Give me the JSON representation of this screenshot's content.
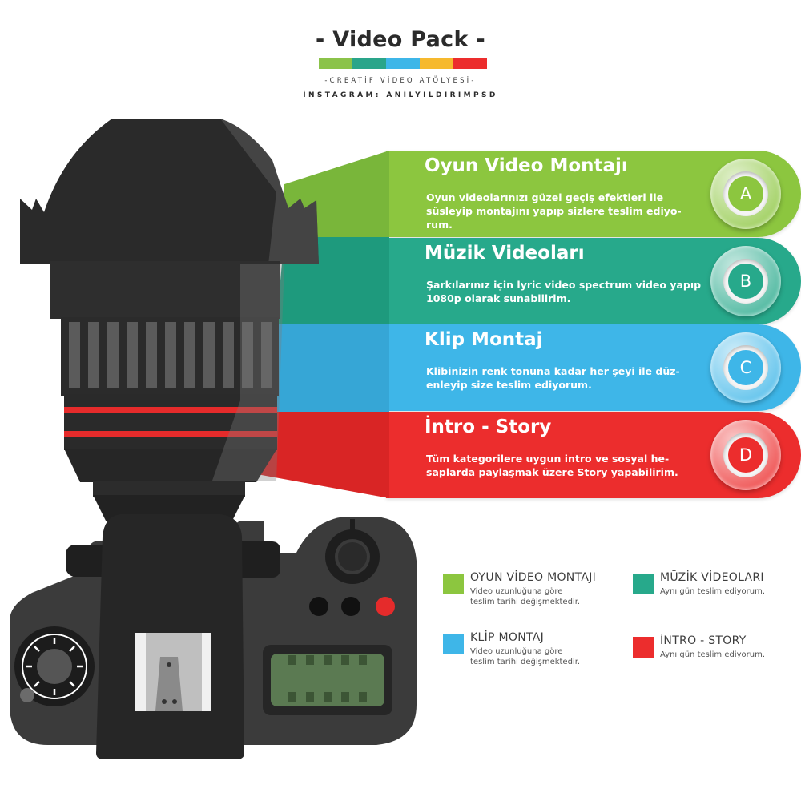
{
  "header": {
    "title": "- Video Pack -",
    "subtitle": "-CREATİF VİDEO ATÖLYESİ-",
    "instagram": "İNSTAGRAM: ANİLYILDIRIMPSD",
    "bar_colors": [
      "#8bc34a",
      "#2aa58a",
      "#3eb6e8",
      "#f6b92e",
      "#ec2d2d"
    ]
  },
  "services": [
    {
      "title": "Oyun Video Montajı",
      "description": "Oyun videolarınızı güzel geçiş efektleri ile süsleyip montajını yapıp sizlere teslim ediyo-rum.",
      "letter": "A",
      "color": "#8cc63f",
      "dot_color": "#8cc63f"
    },
    {
      "title": "Müzik Videoları",
      "description": "Şarkılarınız için lyric video spectrum video yapıp 1080p olarak sunabilirim.",
      "letter": "B",
      "color": "#27a98b",
      "dot_color": "#27a98b"
    },
    {
      "title": "Klip Montaj",
      "description": "Klibinizin renk tonuna kadar her şeyi ile düz-enleyip size teslim ediyorum.",
      "letter": "C",
      "color": "#3eb6e8",
      "dot_color": "#3eb6e8"
    },
    {
      "title": "İntro - Story",
      "description": "Tüm kategorilere uygun intro ve sosyal he-saplarda paylaşmak üzere Story yapabilirim.",
      "letter": "D",
      "color": "#ec2d2d",
      "dot_color": "#ec2d2d"
    }
  ],
  "legend": [
    {
      "title": "OYUN VİDEO MONTAJI",
      "desc1": "Video uzunluğuna göre",
      "desc2": "teslim tarihi değişmektedir.",
      "color": "#8cc63f"
    },
    {
      "title": "MÜZİK VİDEOLARI",
      "desc1": "Aynı gün teslim ediyorum.",
      "desc2": "",
      "color": "#27a98b"
    },
    {
      "title": "KLİP MONTAJ",
      "desc1": "Video uzunluğuna göre",
      "desc2": "teslim tarihi değişmektedir.",
      "color": "#3eb6e8"
    },
    {
      "title": "İNTRO - STORY",
      "desc1": "Aynı gün teslim ediyorum.",
      "desc2": "",
      "color": "#ec2d2d"
    }
  ],
  "icons": [
    "camera-illustration",
    "lens-hood-icon",
    "dial-icon",
    "shutter-button-icon"
  ]
}
